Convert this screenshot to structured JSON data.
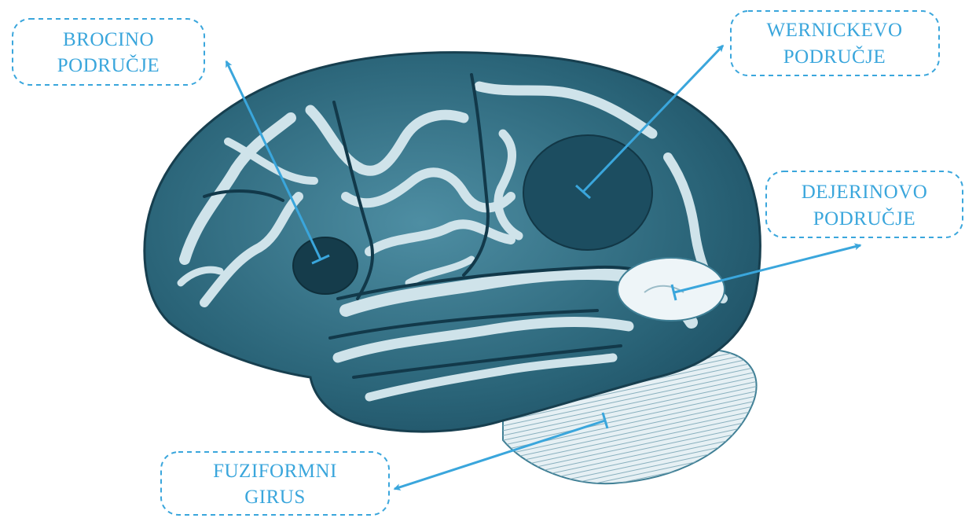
{
  "colors": {
    "accent": "#3aa6dc",
    "brain_dark": "#1d4f63",
    "brain_mid": "#3f7f95",
    "brain_light": "#c9e0e8",
    "cerebellum": "#e4eff3",
    "region_dark": "#17404f",
    "region_light": "#eef5f8",
    "background": "#ffffff"
  },
  "labels": {
    "broca": {
      "line1": "BROCINO",
      "line2": "PODRUČJE"
    },
    "wernicke": {
      "line1": "WERNICKEVO",
      "line2": "PODRUČJE"
    },
    "dejerine": {
      "line1": "DEJERINOVO",
      "line2": "PODRUČJE"
    },
    "fusiform": {
      "line1": "FUZIFORMNI",
      "line2": "GIRUS"
    }
  },
  "icons": {
    "label_border": "dashed-rounded-box",
    "pointer": "arrow-with-tee-end"
  }
}
